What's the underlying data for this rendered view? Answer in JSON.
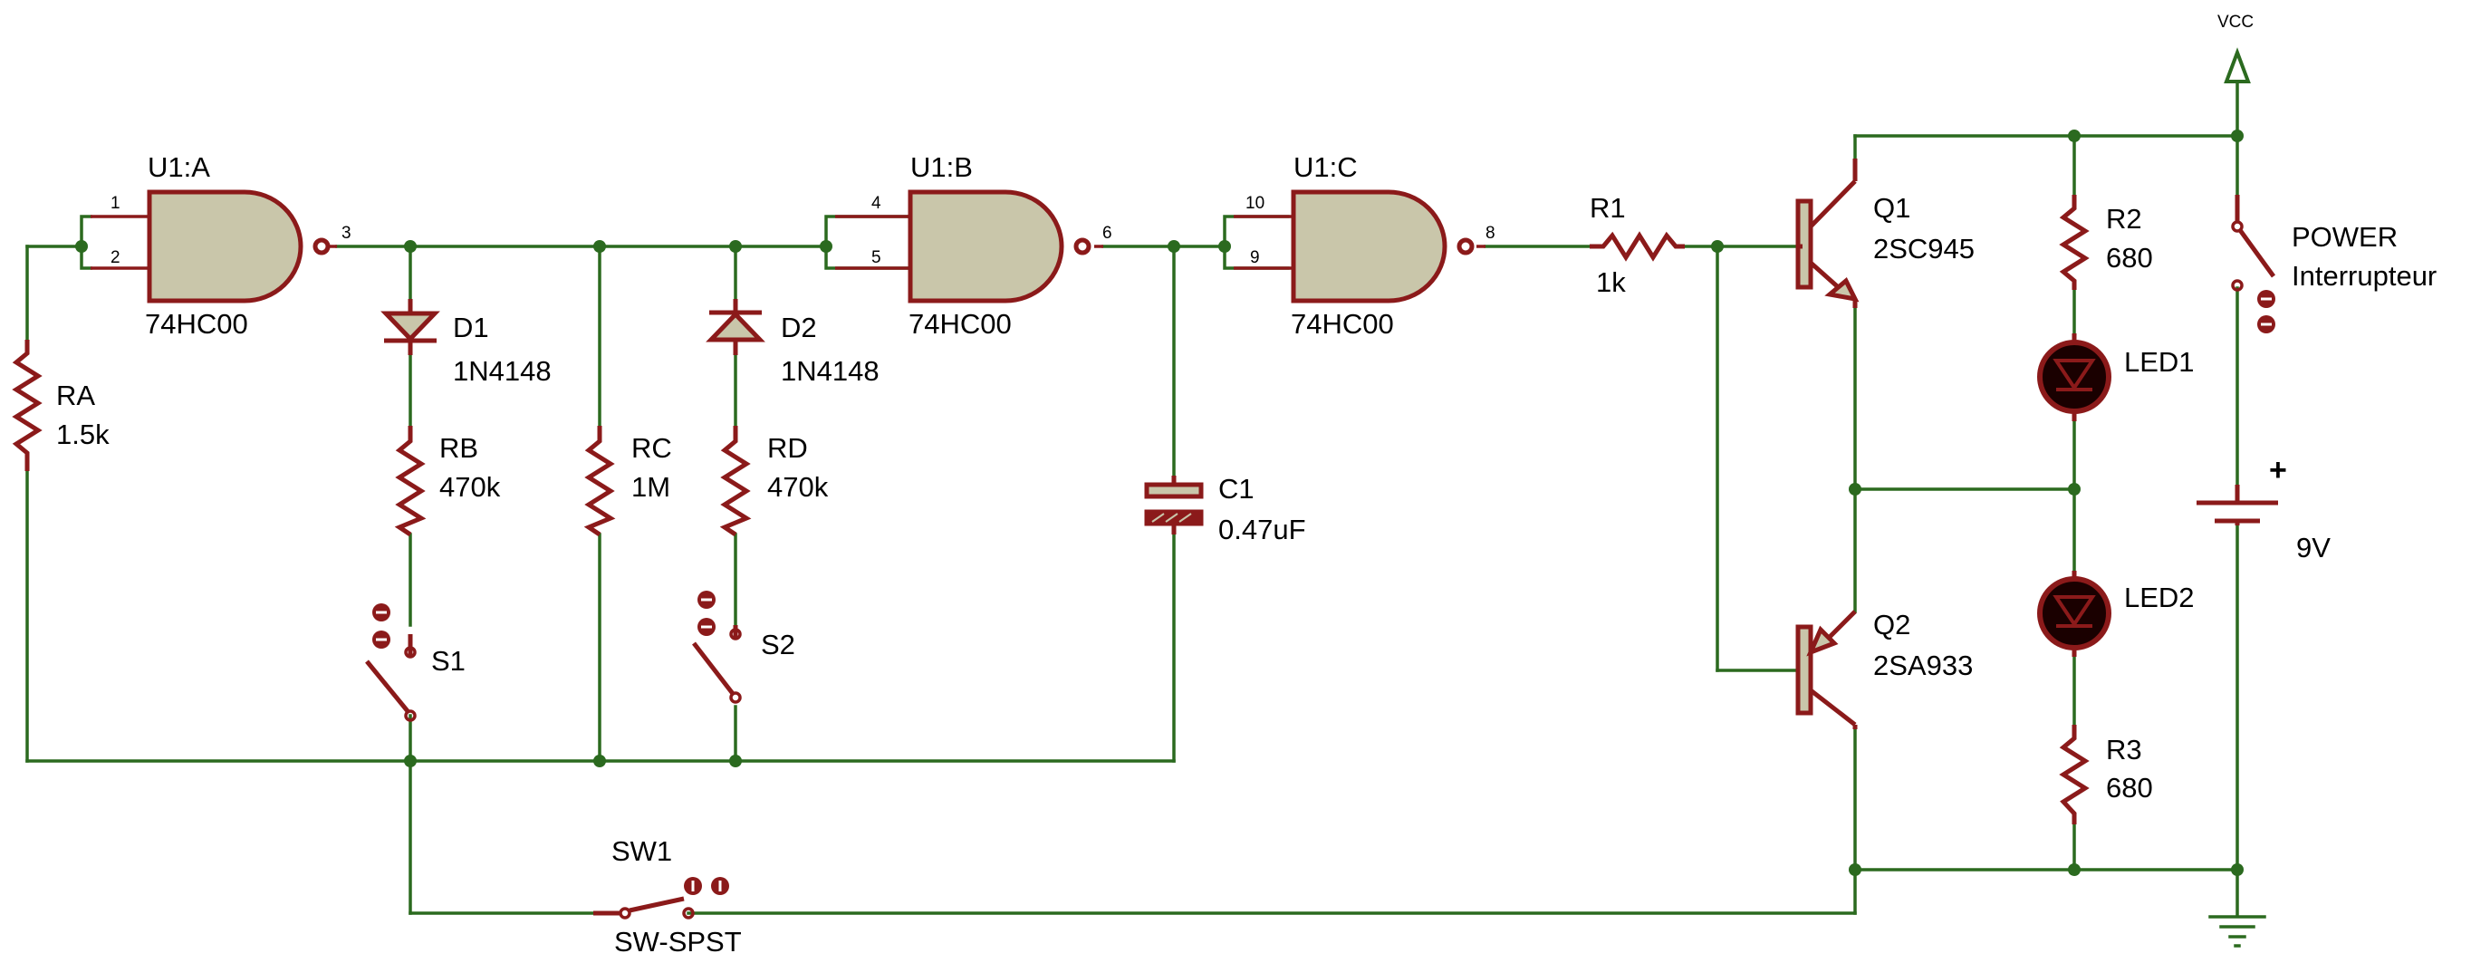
{
  "gates": [
    {
      "ref": "U1:A",
      "part": "74HC00",
      "pin_in1": "1",
      "pin_in2": "2",
      "pin_out": "3"
    },
    {
      "ref": "U1:B",
      "part": "74HC00",
      "pin_in1": "4",
      "pin_in2": "5",
      "pin_out": "6"
    },
    {
      "ref": "U1:C",
      "part": "74HC00",
      "pin_in1": "10",
      "pin_in2": "9",
      "pin_out": "8"
    }
  ],
  "resistors": [
    {
      "ref": "RA",
      "value": "1.5k"
    },
    {
      "ref": "RB",
      "value": "470k"
    },
    {
      "ref": "RC",
      "value": "1M"
    },
    {
      "ref": "RD",
      "value": "470k"
    },
    {
      "ref": "R1",
      "value": "1k"
    },
    {
      "ref": "R2",
      "value": "680"
    },
    {
      "ref": "R3",
      "value": "680"
    }
  ],
  "diodes": [
    {
      "ref": "D1",
      "part": "1N4148"
    },
    {
      "ref": "D2",
      "part": "1N4148"
    }
  ],
  "capacitor": {
    "ref": "C1",
    "value": "0.47uF"
  },
  "switches": {
    "s1": "S1",
    "s2": "S2",
    "sw1": {
      "ref": "SW1",
      "part": "SW-SPST"
    },
    "power": {
      "ref": "POWER",
      "part": "Interrupteur"
    }
  },
  "transistors": [
    {
      "ref": "Q1",
      "part": "2SC945"
    },
    {
      "ref": "Q2",
      "part": "2SA933"
    }
  ],
  "leds": [
    {
      "ref": "LED1"
    },
    {
      "ref": "LED2"
    }
  ],
  "battery": {
    "value": "9V",
    "plus_sign": "+"
  },
  "supply": {
    "label": "VCC"
  },
  "colors": {
    "wire": "#2b6a1f",
    "component": "#8b1a1a",
    "gate_fill": "#c9c6aa"
  }
}
